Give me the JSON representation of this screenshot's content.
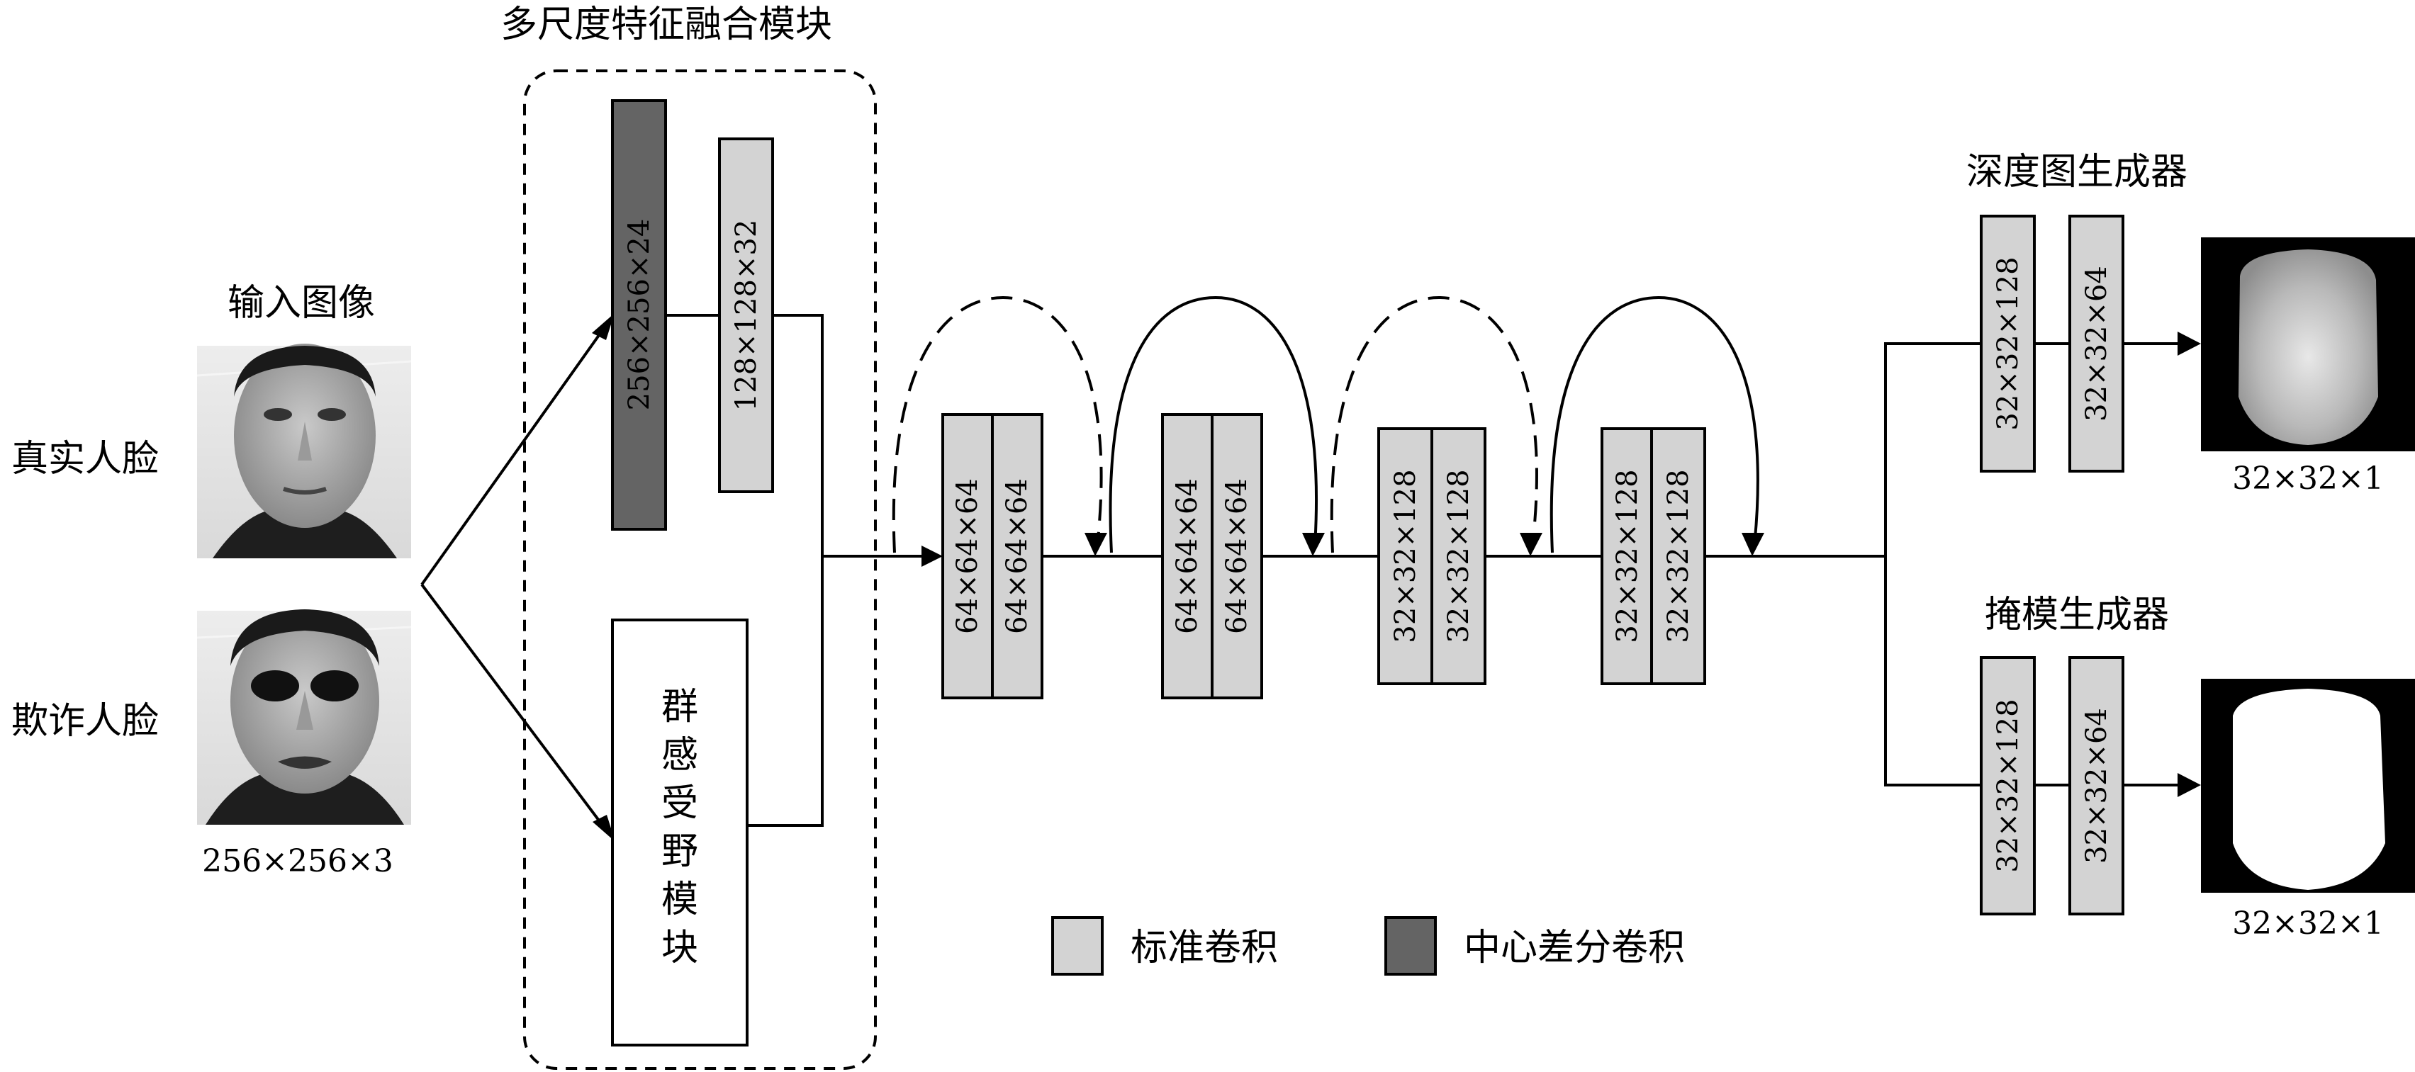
{
  "title_msff": "多尺度特征融合模块",
  "input_title": "输入图像",
  "real_face": "真实人脸",
  "spoof_face": "欺诈人脸",
  "input_dims": "256×256×3",
  "msff_block1": "256×256×24",
  "msff_block2": "128×128×32",
  "group_module": [
    "群",
    "感",
    "受",
    "野",
    "模",
    "块"
  ],
  "encoder_blocks": [
    [
      "64×64×64",
      "64×64×64"
    ],
    [
      "64×64×64",
      "64×64×64"
    ],
    [
      "32×32×128",
      "32×32×128"
    ],
    [
      "32×32×128",
      "32×32×128"
    ]
  ],
  "depth_gen_title": "深度图生成器",
  "depth_gen_blocks": [
    "32×32×128",
    "32×32×64"
  ],
  "depth_out_dims": "32×32×1",
  "mask_gen_title": "掩模生成器",
  "mask_gen_blocks": [
    "32×32×128",
    "32×32×64"
  ],
  "mask_out_dims": "32×32×1",
  "legend": [
    {
      "label": "标准卷积",
      "color": "#d3d3d3"
    },
    {
      "label": "中心差分卷积",
      "color": "#646464"
    }
  ],
  "colors": {
    "light_block": "#d3d3d3",
    "dark_block": "#646464"
  },
  "icons": [
    "real-face-photo",
    "spoof-face-photo",
    "depth-map-output",
    "mask-output"
  ]
}
